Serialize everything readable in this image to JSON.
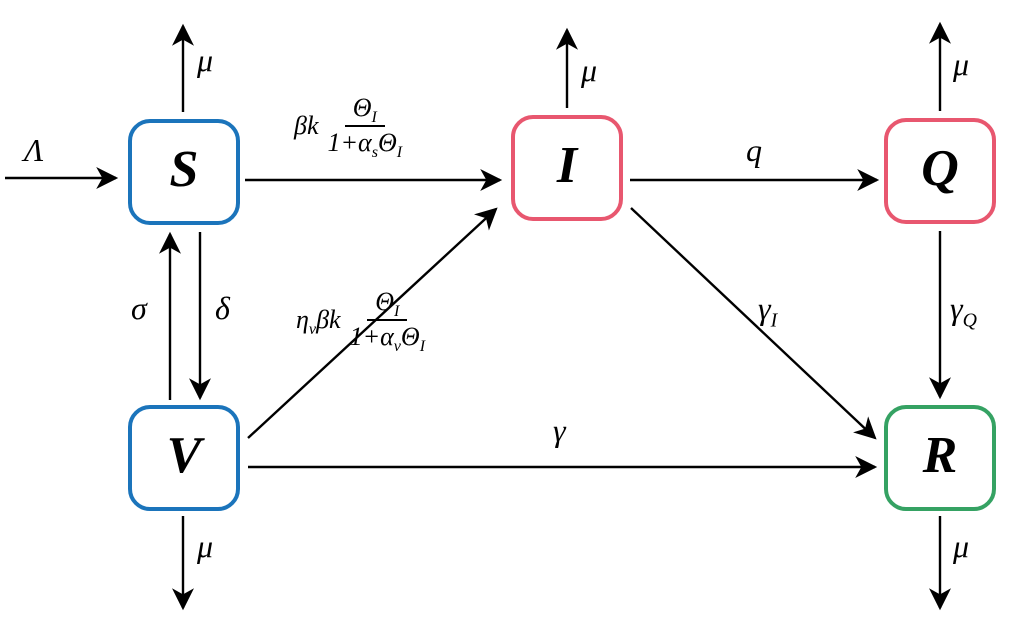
{
  "nodes": [
    {
      "id": "S",
      "label": "S",
      "border_color": "#1b74bb"
    },
    {
      "id": "I",
      "label": "I",
      "border_color": "#e8576f"
    },
    {
      "id": "Q",
      "label": "Q",
      "border_color": "#e8576f"
    },
    {
      "id": "V",
      "label": "V",
      "border_color": "#1b74bb"
    },
    {
      "id": "R",
      "label": "R",
      "border_color": "#35a263"
    }
  ],
  "labels": {
    "lambda": "Λ",
    "mu_s": "μ",
    "mu_i": "μ",
    "mu_q": "μ",
    "mu_v": "μ",
    "mu_r": "μ",
    "q": "q",
    "sigma": "σ",
    "delta": "δ",
    "gamma": "γ",
    "gamma_i": {
      "main": "γ",
      "sub": "I"
    },
    "gamma_q": {
      "main": "γ",
      "sub": "Q"
    },
    "s_i": {
      "prefix": "βk",
      "num": "Θ",
      "num_sub": "I",
      "den_a": "1+α",
      "den_a_sub": "s",
      "den_b": "Θ",
      "den_b_sub": "I"
    },
    "v_i": {
      "pre_a": "η",
      "pre_a_sub": "v",
      "pre_b": "βk",
      "num": "Θ",
      "num_sub": "I",
      "den_a": "1+α",
      "den_a_sub": "v",
      "den_b": "Θ",
      "den_b_sub": "I"
    }
  }
}
